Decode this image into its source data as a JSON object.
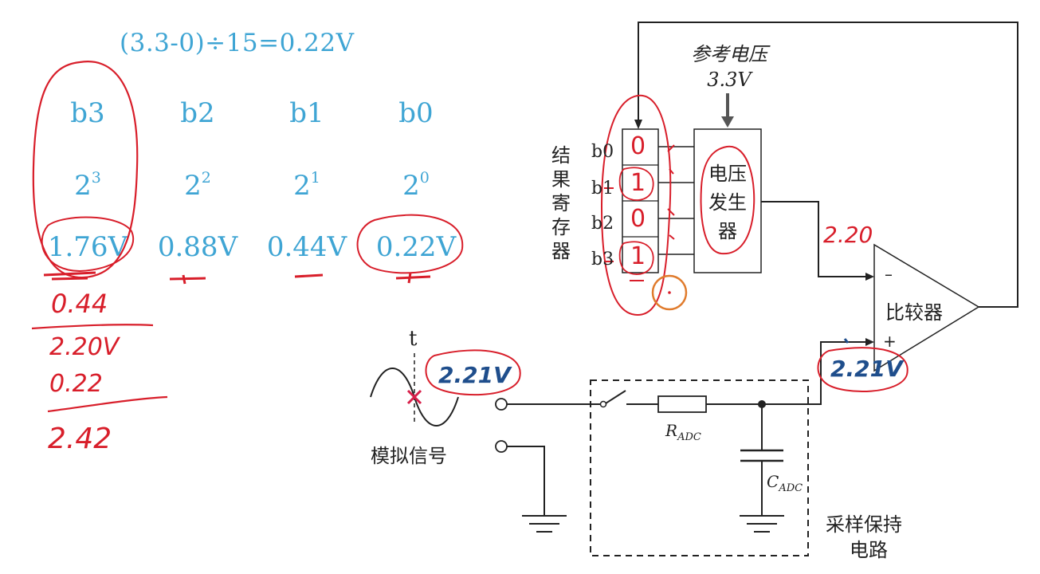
{
  "formula": "(3.3-0)÷15=0.22V",
  "bits": [
    {
      "name": "b3",
      "base": "2",
      "exp": "3",
      "voltage": "1.76V"
    },
    {
      "name": "b2",
      "base": "2",
      "exp": "2",
      "voltage": "0.88V"
    },
    {
      "name": "b1",
      "base": "2",
      "exp": "1",
      "voltage": "0.44V"
    },
    {
      "name": "b0",
      "base": "2",
      "exp": "0",
      "voltage": "0.22V"
    }
  ],
  "handwriting": {
    "calc_1": "0.44",
    "calc_2": "2.20V",
    "calc_3": "0.22",
    "calc_4": "2.42",
    "comparator_in": "2.20",
    "sample_value": "2.21V",
    "comparator_plus_value": "2.21V",
    "register_values": [
      "0",
      "1",
      "0",
      "1"
    ]
  },
  "diagram": {
    "register_title": "结果寄存器",
    "register_rows": [
      "b0",
      "b1",
      "b2",
      "b3"
    ],
    "reference_title": "参考电压",
    "reference_value": "3.3V",
    "generator_label": "电压发生器",
    "comparator_label": "比较器",
    "comparator_minus": "–",
    "comparator_plus": "+",
    "time_label": "t",
    "analog_signal_label": "模拟信号",
    "resistor_label_main": "R",
    "resistor_label_sub": "ADC",
    "capacitor_label_main": "C",
    "capacitor_label_sub": "ADC",
    "sample_hold_label_1": "采样保持",
    "sample_hold_label_2": "电路"
  },
  "colors": {
    "printed_blue": "#3fa5d4",
    "ink_red": "#d81e2a",
    "ink_blue": "#1f4e8c",
    "marker_orange": "#e07b2c",
    "line": "#222222"
  }
}
